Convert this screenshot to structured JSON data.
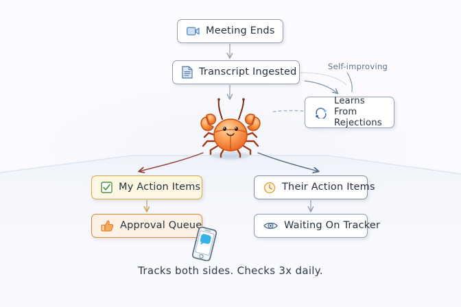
{
  "canvas": {
    "background_color": "#fdfbff",
    "caption": "Tracks both sides. Checks 3x daily."
  },
  "diagram": {
    "title_node": "Meeting Ends",
    "nodes": [
      {
        "id": "meeting-ends",
        "label": "Meeting Ends",
        "icon": "video-camera-icon",
        "icon_color": "#5b8bc4",
        "border_color": "#8f9bab",
        "fill_color": "#ffffff"
      },
      {
        "id": "transcript-ingested",
        "label": "Transcript Ingested",
        "icon": "document-icon",
        "icon_color": "#5b7fae",
        "border_color": "#8f9bab",
        "fill_color": "#ffffff"
      },
      {
        "id": "learns-from-rejections",
        "label": "Learns From Rejections",
        "icon": "refresh-cycle-icon",
        "icon_color": "#3f6ea5",
        "border_color": "#93a0b2",
        "fill_color": "#ffffff"
      },
      {
        "id": "my-action-items",
        "label": "My Action Items",
        "icon": "checkbox-checked-icon",
        "icon_color": "#4e8f3c",
        "border_color": "#d9a441",
        "fill_color": "#fdf6e3"
      },
      {
        "id": "approval-queue",
        "label": "Approval Queue",
        "icon": "thumbs-up-icon",
        "icon_color": "#ef8f3c",
        "border_color": "#e2832f",
        "fill_color": "#fdf1e6"
      },
      {
        "id": "their-action-items",
        "label": "Their Action Items",
        "icon": "clock-icon",
        "icon_color": "#e8a33d",
        "border_color": "#7d8c98",
        "fill_color": "#ffffff"
      },
      {
        "id": "waiting-on-tracker",
        "label": "Waiting On Tracker",
        "icon": "eye-icon",
        "icon_color": "#4a6f96",
        "border_color": "#8a9ab0",
        "fill_color": "#ffffff"
      }
    ],
    "annotations": [
      {
        "id": "self-improving",
        "text": "Self-improving",
        "color": "#5d7186"
      }
    ],
    "mascot": {
      "name": "crab-mascot",
      "body_color": "#f2762b",
      "highlight_color": "#fbb36a"
    },
    "decorations": [
      {
        "id": "smartphone-notification",
        "icon": "smartphone-icon",
        "screen_color": "#35b4ea"
      }
    ],
    "connectors": [
      {
        "from": "meeting-ends",
        "to": "transcript-ingested",
        "style": "solid-arrow",
        "color": "#9aa6b4"
      },
      {
        "from": "transcript-ingested",
        "to": "crab-mascot",
        "style": "solid-arrow",
        "color": "#9aa6b4"
      },
      {
        "from": "crab-mascot",
        "to": "learns-from-rejections",
        "style": "dashed",
        "color": "#9fb0c2"
      },
      {
        "from": "self-improving",
        "to": "learns-from-rejections",
        "style": "curved-arrow",
        "color": "#7d93a9"
      },
      {
        "from": "crab-mascot",
        "to": "my-action-items",
        "style": "curved-arrow",
        "color": "#8d3a30"
      },
      {
        "from": "crab-mascot",
        "to": "their-action-items",
        "style": "curved-arrow",
        "color": "#53687e"
      },
      {
        "from": "my-action-items",
        "to": "approval-queue",
        "style": "solid-arrow",
        "color": "#c9a15c"
      },
      {
        "from": "their-action-items",
        "to": "waiting-on-tracker",
        "style": "solid-arrow",
        "color": "#93a3b4"
      }
    ]
  }
}
